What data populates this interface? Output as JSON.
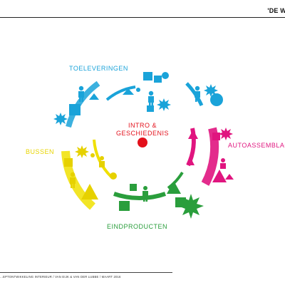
{
  "header": {
    "title": "'DE W"
  },
  "categories": {
    "toeleveringen": {
      "label": "TOELEVERINGEN",
      "color": "#1aa3d9"
    },
    "autoassemblage": {
      "label": "AUTOASSEMBLAG",
      "color": "#e0157f"
    },
    "bussen": {
      "label": "BUSSEN",
      "color": "#f0e000"
    },
    "eindproducten": {
      "label": "EINDPRODUCTEN",
      "color": "#2a9e3c"
    }
  },
  "center": {
    "line1": "INTRO &",
    "line2": "GESCHIEDENIS",
    "color": "#e3101b"
  },
  "footer": {
    "text": "...EPTONTWIKKELING INTERIEUR / VAN EIJK & VAN DER LUBBE / MAART 2016"
  }
}
